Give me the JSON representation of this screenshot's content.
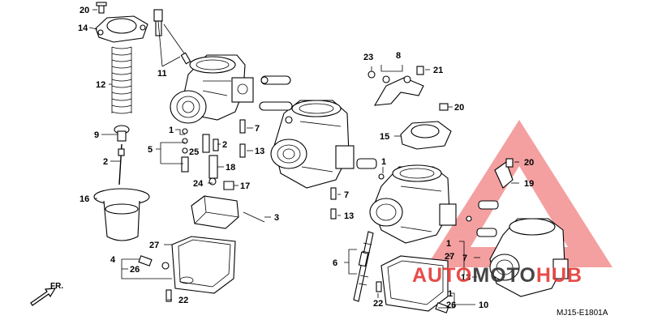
{
  "diagram": {
    "code": "MJ15-E1801A",
    "direction_label": "FR.",
    "callouts": [
      "20",
      "14",
      "11",
      "12",
      "9",
      "2",
      "16",
      "1",
      "5",
      "25",
      "2",
      "7",
      "13",
      "18",
      "24",
      "17",
      "3",
      "27",
      "4",
      "26",
      "22",
      "8",
      "23",
      "21",
      "20",
      "15",
      "1",
      "7",
      "13",
      "20",
      "19",
      "6",
      "1",
      "27",
      "7",
      "22",
      "1",
      "26",
      "13",
      "10"
    ]
  },
  "watermark": {
    "text": "AUTOMOTOHUB",
    "colors": {
      "red": "#e53935",
      "dark": "#333333",
      "triangle": "#f08080"
    }
  }
}
